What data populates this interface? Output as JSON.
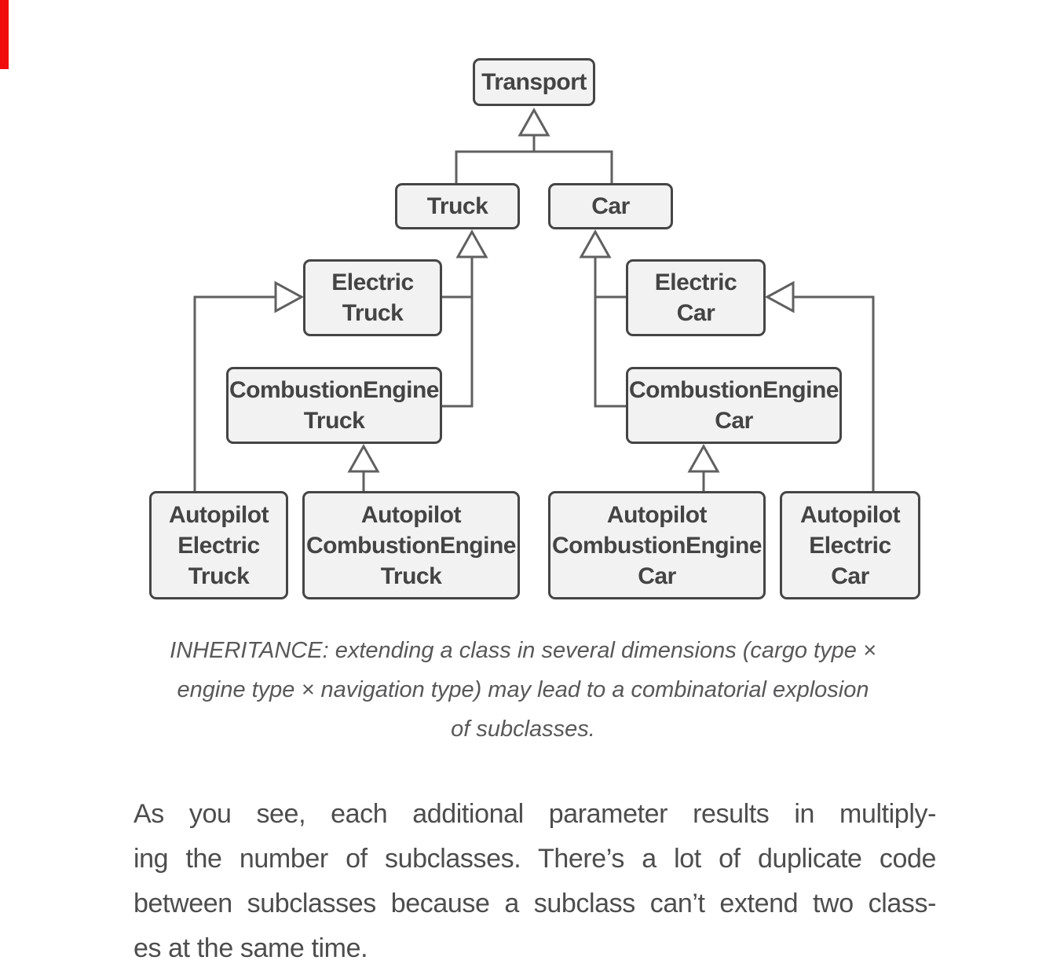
{
  "page": {
    "background": "#ffffff",
    "edge_marker_color": "#f20d0d"
  },
  "diagram": {
    "colors": {
      "box_fill": "#f2f2f2",
      "box_border": "#454545",
      "connector": "#606060",
      "label_text": "#444444"
    },
    "nodes": [
      {
        "id": "transport",
        "label": "Transport"
      },
      {
        "id": "truck",
        "label": "Truck"
      },
      {
        "id": "car",
        "label": "Car"
      },
      {
        "id": "electric-truck",
        "label": "Electric\nTruck"
      },
      {
        "id": "electric-car",
        "label": "Electric\nCar"
      },
      {
        "id": "combustion-engine-truck",
        "label": "CombustionEngine\nTruck"
      },
      {
        "id": "combustion-engine-car",
        "label": "CombustionEngine\nCar"
      },
      {
        "id": "autopilot-electric-truck",
        "label": "Autopilot\nElectric\nTruck"
      },
      {
        "id": "autopilot-combustion-engine-truck",
        "label": "Autopilot\nCombustionEngine\nTruck"
      },
      {
        "id": "autopilot-combustion-engine-car",
        "label": "Autopilot\nCombustionEngine\nCar"
      },
      {
        "id": "autopilot-electric-car",
        "label": "Autopilot\nElectric\nCar"
      }
    ],
    "edges": [
      {
        "from": "Truck",
        "to": "Transport",
        "type": "inheritance"
      },
      {
        "from": "Car",
        "to": "Transport",
        "type": "inheritance"
      },
      {
        "from": "ElectricTruck",
        "to": "Truck",
        "type": "inheritance"
      },
      {
        "from": "CombustionEngineTruck",
        "to": "Truck",
        "type": "inheritance"
      },
      {
        "from": "ElectricCar",
        "to": "Car",
        "type": "inheritance"
      },
      {
        "from": "CombustionEngineCar",
        "to": "Car",
        "type": "inheritance"
      },
      {
        "from": "AutopilotElectricTruck",
        "to": "ElectricTruck",
        "type": "inheritance"
      },
      {
        "from": "AutopilotCombustionEngineTruck",
        "to": "CombustionEngineTruck",
        "type": "inheritance"
      },
      {
        "from": "AutopilotCombustionEngineCar",
        "to": "CombustionEngineCar",
        "type": "inheritance"
      },
      {
        "from": "AutopilotElectricCar",
        "to": "ElectricCar",
        "type": "inheritance"
      }
    ]
  },
  "caption": {
    "lines": [
      "INHERITANCE: extending a class in several dimensions (cargo type ×",
      "engine type × navigation type) may lead to a combinatorial explosion",
      "of subclasses."
    ]
  },
  "body": {
    "lines": [
      "As you see, each additional parameter results in multiply-",
      "ing the number of subclasses. There’s a lot of duplicate code",
      "between subclasses because a subclass can’t extend two class-",
      "es at the same time."
    ]
  }
}
